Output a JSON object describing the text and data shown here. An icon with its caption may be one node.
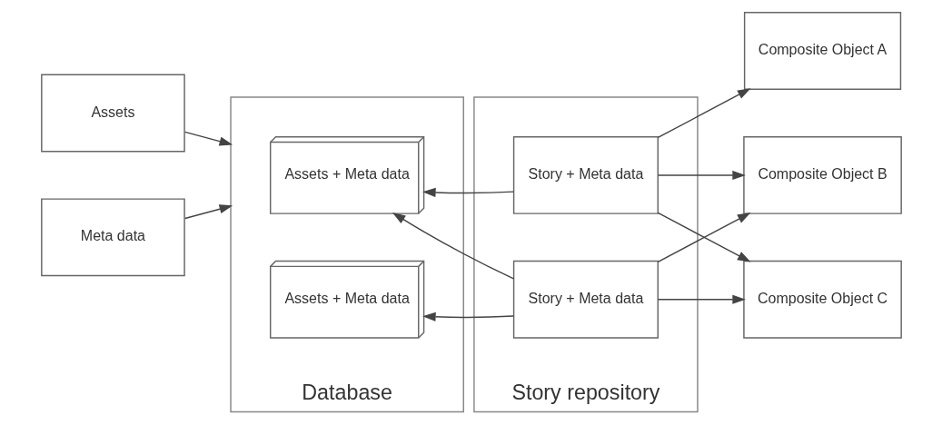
{
  "diagram": {
    "nodes": [
      {
        "text": [
          "Assets"
        ]
      },
      {
        "text": [
          "Meta data"
        ]
      },
      {
        "text": [
          "Database"
        ]
      },
      {
        "text": [
          "Assets + Meta data"
        ],
        "in": 2
      },
      {
        "text": [
          "Assets + Meta data"
        ],
        "in": 2
      },
      {
        "text": [
          "Story repository"
        ]
      },
      {
        "text": [
          "Story + Meta data"
        ],
        "in": 5
      },
      {
        "text": [
          "Story + Meta data"
        ],
        "in": 5
      },
      {
        "text": [
          "Composite Object A"
        ]
      },
      {
        "text": [
          "Composite Object B"
        ]
      },
      {
        "text": [
          "Composite Object C"
        ]
      }
    ],
    "edges": [
      {
        "from": 0,
        "to": 2,
        "arrow": "to"
      },
      {
        "from": 1,
        "to": 2,
        "arrow": "to"
      },
      {
        "from": 6,
        "to": 3,
        "arrow": "to"
      },
      {
        "from": 7,
        "to": 3,
        "arrow": "to"
      },
      {
        "from": 7,
        "to": 4,
        "arrow": "to"
      },
      {
        "from": 6,
        "to": 8,
        "arrow": "to"
      },
      {
        "from": 6,
        "to": 9,
        "arrow": "to"
      },
      {
        "from": 6,
        "to": 10,
        "arrow": "to"
      },
      {
        "from": 7,
        "to": 9,
        "arrow": "to"
      },
      {
        "from": 7,
        "to": 10,
        "arrow": "to"
      }
    ]
  }
}
